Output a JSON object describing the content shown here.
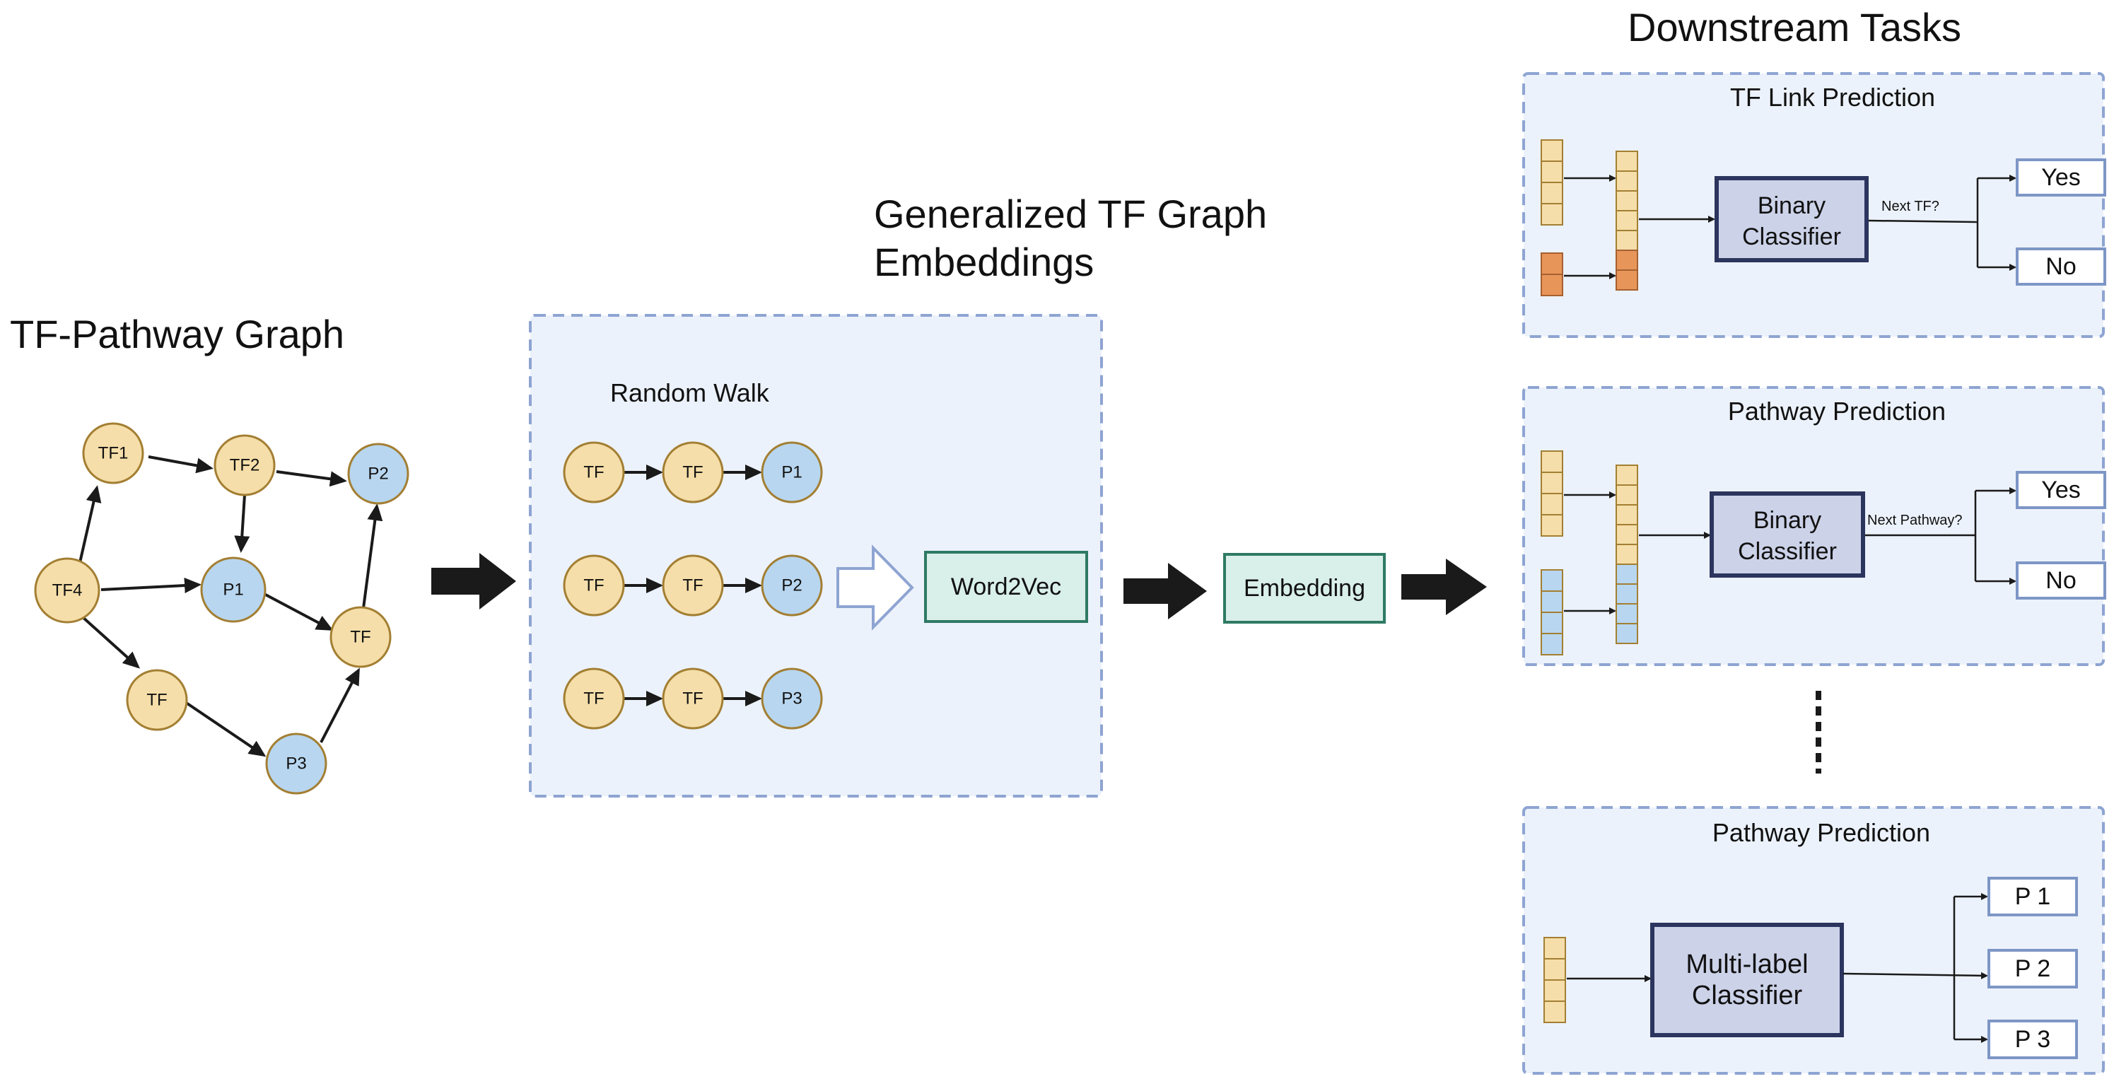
{
  "headings": {
    "graph": "TF-Pathway Graph",
    "embeddings_line1": "Generalized TF Graph",
    "embeddings_line2": "Embeddings",
    "downstream": "Downstream Tasks"
  },
  "graph_nodes": {
    "tf1": "TF1",
    "tf2": "TF2",
    "p2": "P2",
    "tf4": "TF4",
    "p1": "P1",
    "tf_right": "TF",
    "tf_bottom": "TF",
    "p3": "P3"
  },
  "random_walk": {
    "title": "Random Walk",
    "walks": [
      [
        "TF",
        "TF",
        "P1"
      ],
      [
        "TF",
        "TF",
        "P2"
      ],
      [
        "TF",
        "TF",
        "P3"
      ]
    ]
  },
  "word2vec_label": "Word2Vec",
  "embedding_label": "Embedding",
  "tasks": {
    "link": {
      "title": "TF Link Prediction",
      "classifier_line1": "Binary",
      "classifier_line2": "Classifier",
      "question": "Next TF?",
      "outputs": [
        "Yes",
        "No"
      ]
    },
    "pathway": {
      "title": "Pathway Prediction",
      "classifier_line1": "Binary",
      "classifier_line2": "Classifier",
      "question": "Next Pathway?",
      "outputs": [
        "Yes",
        "No"
      ]
    },
    "multilabel": {
      "title": "Pathway Prediction",
      "classifier_line1": "Multi-label",
      "classifier_line2": "Classifier",
      "outputs": [
        "P 1",
        "P 2",
        "P 3"
      ]
    }
  }
}
